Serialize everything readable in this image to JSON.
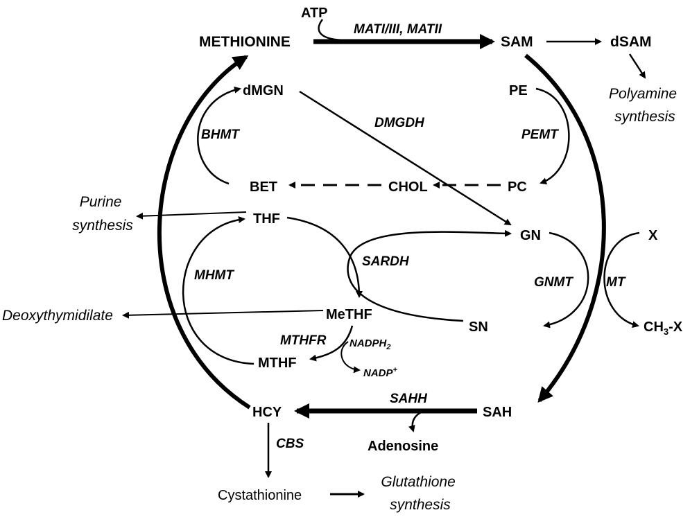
{
  "nodes": {
    "atp": "ATP",
    "methionine": "METHIONINE",
    "sam": "SAM",
    "dsam": "dSAM",
    "dmgn": "dMGN",
    "pe": "PE",
    "bet": "BET",
    "chol": "CHOL",
    "pc": "PC",
    "thf": "THF",
    "gn": "GN",
    "x": "X",
    "methf": "MeTHF",
    "sn": "SN",
    "ch3x_prefix": "CH",
    "ch3x_sub": "3",
    "ch3x_suffix": "-X",
    "mthf": "MTHF",
    "nadph_prefix": "NADPH",
    "nadph_sub": "2",
    "nadp_prefix": "NADP",
    "nadp_sup": "+",
    "hcy": "HCY",
    "sah": "SAH",
    "adenosine": "Adenosine",
    "cystathionine": "Cystathionine"
  },
  "enzymes": {
    "mat": "MATI/III, MATII",
    "dmgdh": "DMGDH",
    "bhmt": "BHMT",
    "pemt": "PEMT",
    "sardh": "SARDH",
    "mhmt": "MHMT",
    "gnmt": "GNMT",
    "mt": "MT",
    "mthfr": "MTHFR",
    "sahh": "SAHH",
    "cbs": "CBS"
  },
  "outputs": {
    "polyamine_1": "Polyamine",
    "polyamine_2": "synthesis",
    "purine_1": "Purine",
    "purine_2": "synthesis",
    "deoxy": "Deoxythymidilate",
    "glutathione_1": "Glutathione",
    "glutathione_2": "synthesis"
  }
}
